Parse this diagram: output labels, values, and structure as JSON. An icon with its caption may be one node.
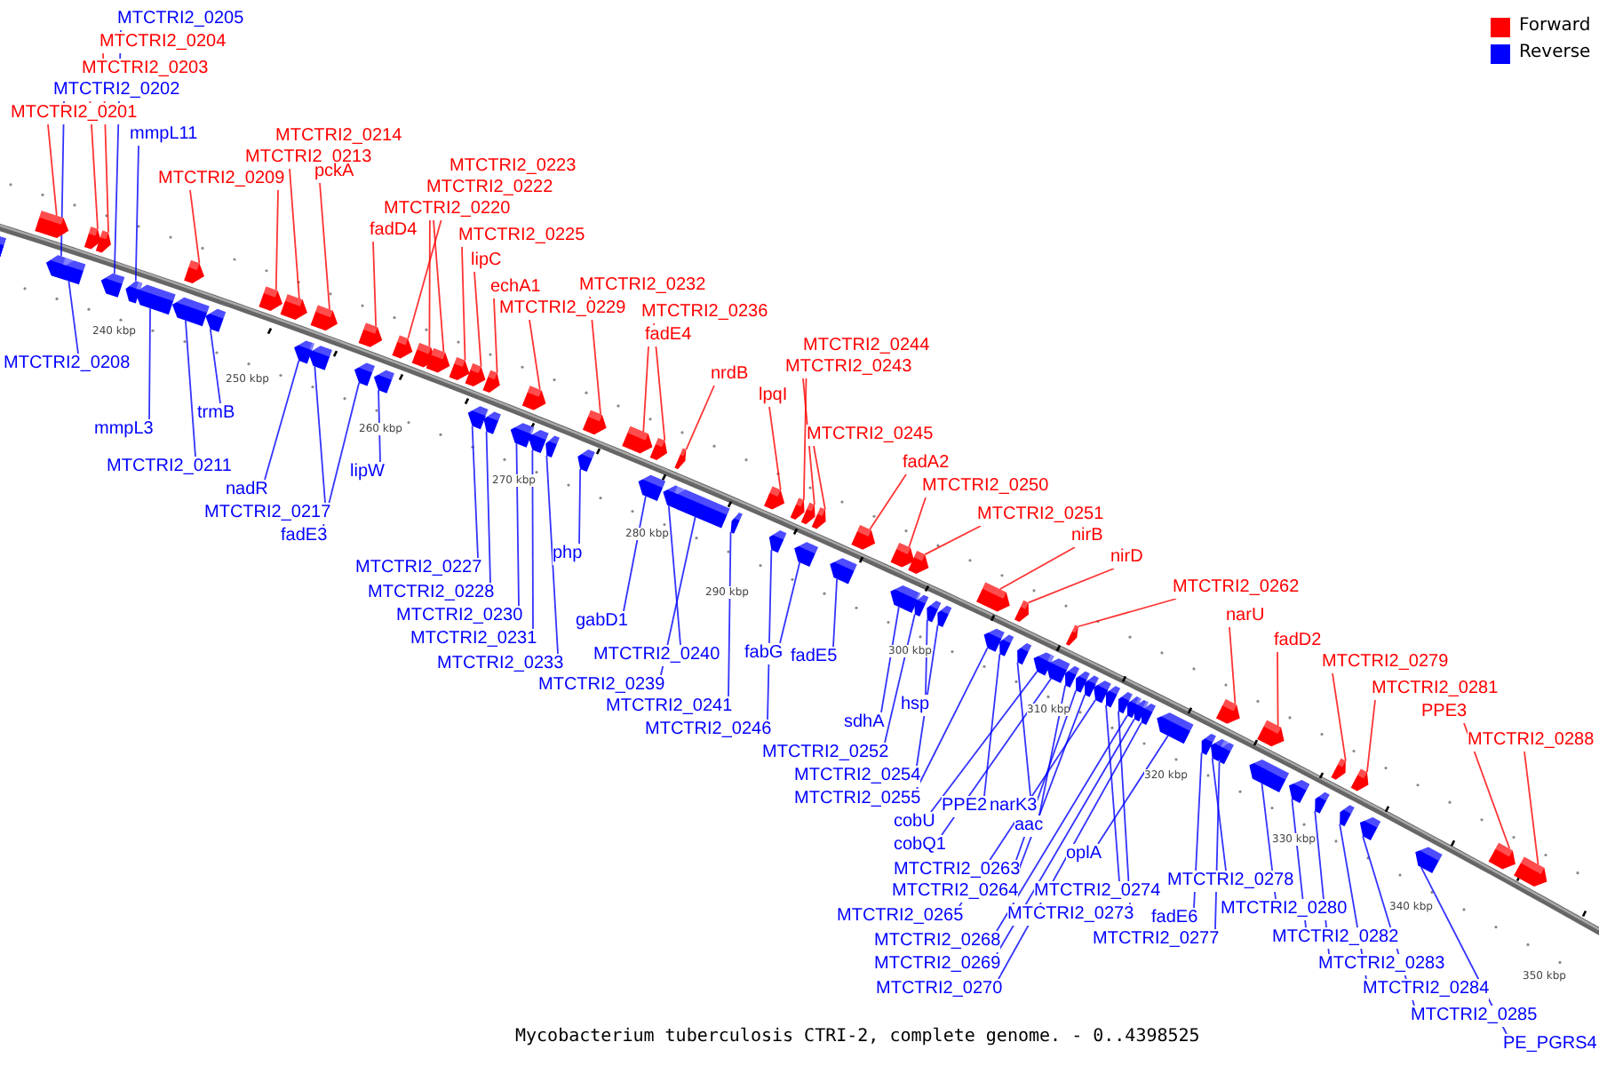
{
  "diagram": {
    "caption": "Mycobacterium tuberculosis CTRI-2, complete genome. - 0..4398525",
    "nodes": [
      {
        "text": [
          "MTCTRI2_0201"
        ]
      },
      {
        "text": [
          "MTCTRI2_0203"
        ]
      },
      {
        "text": [
          "MTCTRI2_0204"
        ]
      },
      {
        "text": [
          "MTCTRI2_0209"
        ]
      },
      {
        "text": [
          "MTCTRI2_0214"
        ]
      },
      {
        "text": [
          "MTCTRI2_0213"
        ]
      },
      {
        "text": [
          "pckA"
        ]
      },
      {
        "text": [
          "fadD4"
        ]
      },
      {
        "text": [
          "MTCTRI2_0223"
        ]
      },
      {
        "text": [
          "MTCTRI2_0222"
        ]
      },
      {
        "text": [
          "MTCTRI2_0220"
        ]
      },
      {
        "text": [
          "MTCTRI2_0225"
        ]
      },
      {
        "text": [
          "lipC"
        ]
      },
      {
        "text": [
          "echA1"
        ]
      },
      {
        "text": [
          "MTCTRI2_0229"
        ]
      },
      {
        "text": [
          "MTCTRI2_0232"
        ]
      },
      {
        "text": [
          "MTCTRI2_0236"
        ]
      },
      {
        "text": [
          "fadE4"
        ]
      },
      {
        "text": [
          "nrdB"
        ]
      },
      {
        "text": [
          "lpqI"
        ]
      },
      {
        "text": [
          "MTCTRI2_0244"
        ]
      },
      {
        "text": [
          "MTCTRI2_0243"
        ]
      },
      {
        "text": [
          "MTCTRI2_0245"
        ]
      },
      {
        "text": [
          "fadA2"
        ]
      },
      {
        "text": [
          "MTCTRI2_0250"
        ]
      },
      {
        "text": [
          "MTCTRI2_0251"
        ]
      },
      {
        "text": [
          "nirB"
        ]
      },
      {
        "text": [
          "nirD"
        ]
      },
      {
        "text": [
          "MTCTRI2_0262"
        ]
      },
      {
        "text": [
          "narU"
        ]
      },
      {
        "text": [
          "fadD2"
        ]
      },
      {
        "text": [
          "MTCTRI2_0279"
        ]
      },
      {
        "text": [
          "MTCTRI2_0281"
        ]
      },
      {
        "text": [
          "PPE3"
        ]
      },
      {
        "text": [
          "MTCTRI2_0288"
        ]
      },
      {
        "text": [
          "MTCTRI2_0205"
        ]
      },
      {
        "text": [
          "MTCTRI2_0202"
        ]
      },
      {
        "text": [
          "mmpL11"
        ]
      },
      {
        "text": [
          "MTCTRI2_0208"
        ]
      },
      {
        "text": [
          "mmpL3"
        ]
      },
      {
        "text": [
          "trmB"
        ]
      },
      {
        "text": [
          "MTCTRI2_0211"
        ]
      },
      {
        "text": [
          "nadR"
        ]
      },
      {
        "text": [
          "MTCTRI2_0217"
        ]
      },
      {
        "text": [
          "fadE3"
        ]
      },
      {
        "text": [
          "lipW"
        ]
      },
      {
        "text": [
          "MTCTRI2_0227"
        ]
      },
      {
        "text": [
          "MTCTRI2_0228"
        ]
      },
      {
        "text": [
          "MTCTRI2_0230"
        ]
      },
      {
        "text": [
          "MTCTRI2_0231"
        ]
      },
      {
        "text": [
          "MTCTRI2_0233"
        ]
      },
      {
        "text": [
          "php"
        ]
      },
      {
        "text": [
          "gabD1"
        ]
      },
      {
        "text": [
          "MTCTRI2_0240"
        ]
      },
      {
        "text": [
          "MTCTRI2_0239"
        ]
      },
      {
        "text": [
          "MTCTRI2_0241"
        ]
      },
      {
        "text": [
          "MTCTRI2_0246"
        ]
      },
      {
        "text": [
          "fabG"
        ]
      },
      {
        "text": [
          "fadE5"
        ]
      },
      {
        "text": [
          "sdhA"
        ]
      },
      {
        "text": [
          "hsp"
        ]
      },
      {
        "text": [
          "MTCTRI2_0252"
        ]
      },
      {
        "text": [
          "MTCTRI2_0254"
        ]
      },
      {
        "text": [
          "MTCTRI2_0255"
        ]
      },
      {
        "text": [
          "PPE2"
        ]
      },
      {
        "text": [
          "narK3"
        ]
      },
      {
        "text": [
          "cobU"
        ]
      },
      {
        "text": [
          "cobQ1"
        ]
      },
      {
        "text": [
          "aac"
        ]
      },
      {
        "text": [
          "MTCTRI2_0263"
        ]
      },
      {
        "text": [
          "MTCTRI2_0264"
        ]
      },
      {
        "text": [
          "oplA"
        ]
      },
      {
        "text": [
          "MTCTRI2_0265"
        ]
      },
      {
        "text": [
          "MTCTRI2_0274"
        ]
      },
      {
        "text": [
          "MTCTRI2_0273"
        ]
      },
      {
        "text": [
          "MTCTRI2_0268"
        ]
      },
      {
        "text": [
          "MTCTRI2_0269"
        ]
      },
      {
        "text": [
          "MTCTRI2_0270"
        ]
      },
      {
        "text": [
          "MTCTRI2_0278"
        ]
      },
      {
        "text": [
          "fadE6"
        ]
      },
      {
        "text": [
          "MTCTRI2_0277"
        ]
      },
      {
        "text": [
          "MTCTRI2_0280"
        ]
      },
      {
        "text": [
          "MTCTRI2_0282"
        ]
      },
      {
        "text": [
          "MTCTRI2_0283"
        ]
      },
      {
        "text": [
          "MTCTRI2_0284"
        ]
      },
      {
        "text": [
          "MTCTRI2_0285"
        ]
      },
      {
        "text": [
          "PE_PGRS4"
        ]
      },
      {
        "text": [],
        "shape": "arrow"
      },
      {
        "text": [],
        "shape": "arrow"
      },
      {
        "text": [],
        "shape": "arrow"
      },
      {
        "text": [],
        "shape": "arrow"
      },
      {
        "text": [],
        "shape": "arrow"
      },
      {
        "text": [],
        "shape": "arrow"
      },
      {
        "text": [],
        "shape": "arrow"
      },
      {
        "text": [],
        "shape": "arrow"
      },
      {
        "text": [],
        "shape": "arrow"
      },
      {
        "text": [],
        "shape": "arrow"
      },
      {
        "text": [],
        "shape": "arrow"
      },
      {
        "text": [],
        "shape": "arrow"
      },
      {
        "text": [],
        "shape": "arrow"
      },
      {
        "text": [],
        "shape": "arrow"
      },
      {
        "text": [],
        "shape": "arrow"
      },
      {
        "text": [],
        "shape": "arrow"
      },
      {
        "text": [],
        "shape": "arrow"
      },
      {
        "text": [],
        "shape": "arrow"
      },
      {
        "text": [],
        "shape": "arrow"
      },
      {
        "text": [],
        "shape": "arrow"
      },
      {
        "text": [],
        "shape": "arrow"
      },
      {
        "text": [],
        "shape": "arrow"
      },
      {
        "text": [],
        "shape": "arrow"
      },
      {
        "text": [],
        "shape": "arrow"
      },
      {
        "text": [],
        "shape": "arrow"
      },
      {
        "text": [],
        "shape": "arrow"
      },
      {
        "text": [],
        "shape": "arrow"
      },
      {
        "text": [],
        "shape": "arrow"
      },
      {
        "text": [],
        "shape": "arrow"
      },
      {
        "text": [],
        "shape": "arrow"
      },
      {
        "text": [],
        "shape": "arrow"
      },
      {
        "text": [],
        "shape": "arrow"
      },
      {
        "text": [],
        "shape": "arrow"
      },
      {
        "text": [],
        "shape": "arrow"
      },
      {
        "text": [],
        "shape": "arrow"
      },
      {
        "text": [],
        "shape": "arrow"
      },
      {
        "text": [],
        "shape": "arrow"
      },
      {
        "text": [],
        "shape": "arrow"
      },
      {
        "text": [],
        "shape": "arrow"
      },
      {
        "text": [],
        "shape": "arrow"
      },
      {
        "text": [],
        "shape": "arrow"
      },
      {
        "text": [],
        "shape": "arrow"
      },
      {
        "text": [],
        "shape": "arrow"
      },
      {
        "text": [],
        "shape": "arrow"
      },
      {
        "text": [],
        "shape": "arrow"
      },
      {
        "text": [],
        "shape": "arrow"
      },
      {
        "text": [],
        "shape": "arrow"
      },
      {
        "text": [],
        "shape": "arrow"
      },
      {
        "text": [],
        "shape": "arrow"
      },
      {
        "text": [],
        "shape": "arrow"
      },
      {
        "text": [],
        "shape": "arrow"
      },
      {
        "text": [],
        "shape": "arrow"
      },
      {
        "text": [],
        "shape": "arrow"
      },
      {
        "text": [],
        "shape": "arrow"
      },
      {
        "text": [],
        "shape": "arrow"
      },
      {
        "text": [],
        "shape": "arrow"
      },
      {
        "text": [],
        "shape": "arrow"
      },
      {
        "text": [],
        "shape": "arrow"
      },
      {
        "text": [],
        "shape": "arrow"
      },
      {
        "text": [],
        "shape": "arrow"
      },
      {
        "text": [],
        "shape": "arrow"
      },
      {
        "text": [],
        "shape": "arrow"
      },
      {
        "text": [],
        "shape": "arrow"
      },
      {
        "text": [],
        "shape": "arrow"
      },
      {
        "text": [],
        "shape": "arrow"
      },
      {
        "text": [],
        "shape": "arrow"
      },
      {
        "text": [],
        "shape": "arrow"
      },
      {
        "text": [],
        "shape": "arrow"
      },
      {
        "text": [],
        "shape": "arrow"
      },
      {
        "text": [],
        "shape": "arrow"
      },
      {
        "text": [],
        "shape": "arrow"
      },
      {
        "text": [],
        "shape": "arrow"
      },
      {
        "text": [],
        "shape": "arrow"
      },
      {
        "text": [],
        "shape": "arrow"
      },
      {
        "text": [],
        "shape": "arrow"
      },
      {
        "text": [],
        "shape": "arrow"
      },
      {
        "text": [],
        "shape": "arrow"
      },
      {
        "text": [],
        "shape": "arrow"
      },
      {
        "text": [],
        "shape": "arrow"
      },
      {
        "text": [],
        "shape": "arrow"
      },
      {
        "text": [],
        "shape": "arrow"
      },
      {
        "text": [],
        "shape": "arrow"
      },
      {
        "text": [],
        "shape": "arrow"
      },
      {
        "text": [],
        "shape": "arrow"
      },
      {
        "text": [],
        "shape": "arrow"
      },
      {
        "text": [],
        "shape": "arrow"
      },
      {
        "text": [],
        "shape": "arrow"
      },
      {
        "text": [],
        "shape": "arrow"
      },
      {
        "text": [],
        "shape": "arrow"
      },
      {
        "text": [],
        "shape": "arrow"
      },
      {
        "text": [],
        "shape": "arrow"
      },
      {
        "text": [],
        "shape": "arrow"
      }
    ],
    "edges": [
      {
        "from": 0,
        "to": 87,
        "arrow": "none",
        "color": "#ff0000"
      },
      {
        "from": 1,
        "to": 88,
        "arrow": "none",
        "color": "#ff0000"
      },
      {
        "from": 2,
        "to": 89,
        "arrow": "none",
        "color": "#ff0000"
      },
      {
        "from": 3,
        "to": 90,
        "arrow": "none",
        "color": "#ff0000"
      },
      {
        "from": 4,
        "to": 91,
        "arrow": "none",
        "color": "#ff0000"
      },
      {
        "from": 5,
        "to": 92,
        "arrow": "none",
        "color": "#ff0000"
      },
      {
        "from": 6,
        "to": 93,
        "arrow": "none",
        "color": "#ff0000"
      },
      {
        "from": 7,
        "to": 94,
        "arrow": "none",
        "color": "#ff0000"
      },
      {
        "from": 8,
        "to": 95,
        "arrow": "none",
        "color": "#ff0000"
      },
      {
        "from": 9,
        "to": 96,
        "arrow": "none",
        "color": "#ff0000"
      },
      {
        "from": 10,
        "to": 97,
        "arrow": "none",
        "color": "#ff0000"
      },
      {
        "from": 11,
        "to": 98,
        "arrow": "none",
        "color": "#ff0000"
      },
      {
        "from": 12,
        "to": 99,
        "arrow": "none",
        "color": "#ff0000"
      },
      {
        "from": 13,
        "to": 100,
        "arrow": "none",
        "color": "#ff0000"
      },
      {
        "from": 14,
        "to": 101,
        "arrow": "none",
        "color": "#ff0000"
      },
      {
        "from": 15,
        "to": 102,
        "arrow": "none",
        "color": "#ff0000"
      },
      {
        "from": 16,
        "to": 103,
        "arrow": "none",
        "color": "#ff0000"
      },
      {
        "from": 17,
        "to": 104,
        "arrow": "none",
        "color": "#ff0000"
      },
      {
        "from": 18,
        "to": 105,
        "arrow": "none",
        "color": "#ff0000"
      },
      {
        "from": 19,
        "to": 106,
        "arrow": "none",
        "color": "#ff0000"
      },
      {
        "from": 20,
        "to": 107,
        "arrow": "none",
        "color": "#ff0000"
      },
      {
        "from": 21,
        "to": 108,
        "arrow": "none",
        "color": "#ff0000"
      },
      {
        "from": 22,
        "to": 109,
        "arrow": "none",
        "color": "#ff0000"
      },
      {
        "from": 23,
        "to": 110,
        "arrow": "none",
        "color": "#ff0000"
      },
      {
        "from": 24,
        "to": 111,
        "arrow": "none",
        "color": "#ff0000"
      },
      {
        "from": 25,
        "to": 112,
        "arrow": "none",
        "color": "#ff0000"
      },
      {
        "from": 26,
        "to": 113,
        "arrow": "none",
        "color": "#ff0000"
      },
      {
        "from": 27,
        "to": 114,
        "arrow": "none",
        "color": "#ff0000"
      },
      {
        "from": 28,
        "to": 115,
        "arrow": "none",
        "color": "#ff0000"
      },
      {
        "from": 29,
        "to": 116,
        "arrow": "none",
        "color": "#ff0000"
      },
      {
        "from": 30,
        "to": 117,
        "arrow": "none",
        "color": "#ff0000"
      },
      {
        "from": 31,
        "to": 118,
        "arrow": "none",
        "color": "#ff0000"
      },
      {
        "from": 32,
        "to": 119,
        "arrow": "none",
        "color": "#ff0000"
      },
      {
        "from": 33,
        "to": 120,
        "arrow": "none",
        "color": "#ff0000"
      },
      {
        "from": 34,
        "to": 121,
        "arrow": "none",
        "color": "#ff0000"
      },
      {
        "from": 35,
        "to": 122,
        "arrow": "none"
      },
      {
        "from": 36,
        "to": 123,
        "arrow": "none"
      },
      {
        "from": 37,
        "to": 124,
        "arrow": "none"
      },
      {
        "from": 38,
        "to": 125,
        "arrow": "none"
      },
      {
        "from": 39,
        "to": 126,
        "arrow": "none"
      },
      {
        "from": 40,
        "to": 127,
        "arrow": "none"
      },
      {
        "from": 41,
        "to": 128,
        "arrow": "none"
      },
      {
        "from": 42,
        "to": 129,
        "arrow": "none"
      },
      {
        "from": 43,
        "to": 130,
        "arrow": "none"
      },
      {
        "from": 44,
        "to": 131,
        "arrow": "none"
      },
      {
        "from": 45,
        "to": 132,
        "arrow": "none"
      },
      {
        "from": 46,
        "to": 133,
        "arrow": "none"
      },
      {
        "from": 47,
        "to": 134,
        "arrow": "none"
      },
      {
        "from": 48,
        "to": 135,
        "arrow": "none"
      },
      {
        "from": 49,
        "to": 136,
        "arrow": "none"
      },
      {
        "from": 50,
        "to": 137,
        "arrow": "none"
      },
      {
        "from": 51,
        "to": 138,
        "arrow": "none"
      },
      {
        "from": 52,
        "to": 139,
        "arrow": "none"
      },
      {
        "from": 53,
        "to": 140,
        "arrow": "none"
      },
      {
        "from": 54,
        "to": 141,
        "arrow": "none"
      },
      {
        "from": 55,
        "to": 142,
        "arrow": "none"
      },
      {
        "from": 56,
        "to": 143,
        "arrow": "none"
      },
      {
        "from": 57,
        "to": 144,
        "arrow": "none"
      },
      {
        "from": 58,
        "to": 145,
        "arrow": "none"
      },
      {
        "from": 59,
        "to": 146,
        "arrow": "none"
      },
      {
        "from": 60,
        "to": 147,
        "arrow": "none"
      },
      {
        "from": 61,
        "to": 148,
        "arrow": "none"
      },
      {
        "from": 62,
        "to": 149,
        "arrow": "none"
      },
      {
        "from": 63,
        "to": 150,
        "arrow": "none"
      },
      {
        "from": 64,
        "to": 151,
        "arrow": "none"
      },
      {
        "from": 65,
        "to": 152,
        "arrow": "none"
      },
      {
        "from": 66,
        "to": 153,
        "arrow": "none"
      },
      {
        "from": 67,
        "to": 154,
        "arrow": "none"
      },
      {
        "from": 68,
        "to": 155,
        "arrow": "none"
      },
      {
        "from": 69,
        "to": 156,
        "arrow": "none"
      },
      {
        "from": 70,
        "to": 157,
        "arrow": "none"
      },
      {
        "from": 71,
        "to": 158,
        "arrow": "none"
      },
      {
        "from": 72,
        "to": 159,
        "arrow": "none"
      },
      {
        "from": 73,
        "to": 160,
        "arrow": "none"
      },
      {
        "from": 74,
        "to": 161,
        "arrow": "none"
      },
      {
        "from": 75,
        "to": 162,
        "arrow": "none"
      },
      {
        "from": 76,
        "to": 163,
        "arrow": "none"
      },
      {
        "from": 77,
        "to": 164,
        "arrow": "none"
      },
      {
        "from": 78,
        "to": 165,
        "arrow": "none"
      },
      {
        "from": 79,
        "to": 166,
        "arrow": "none"
      },
      {
        "from": 80,
        "to": 167,
        "arrow": "none"
      },
      {
        "from": 81,
        "to": 168,
        "arrow": "none"
      },
      {
        "from": 82,
        "to": 169,
        "arrow": "none"
      },
      {
        "from": 83,
        "to": 170,
        "arrow": "none"
      },
      {
        "from": 84,
        "to": 171,
        "arrow": "none"
      },
      {
        "from": 85,
        "to": 172,
        "arrow": "none"
      },
      {
        "from": 86,
        "to": 173,
        "arrow": "none"
      }
    ],
    "labels": [
      "240 kbp",
      "250 kbp",
      "260 kbp",
      "270 kbp",
      "280 kbp",
      "290 kbp",
      "300 kbp",
      "310 kbp",
      "320 kbp",
      "330 kbp",
      "340 kbp",
      "350 kbp"
    ],
    "legend": [
      {
        "text": "Forward",
        "color": "#ff0000"
      },
      {
        "text": "Reverse",
        "color": "#0000ff"
      }
    ]
  }
}
